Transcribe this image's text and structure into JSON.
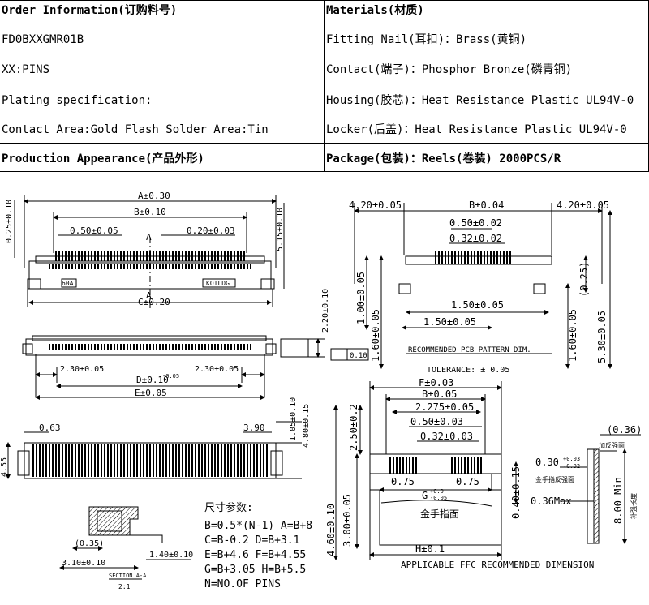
{
  "table": {
    "order_header": "Order Information(订购料号)",
    "materials_header": "Materials(材质)",
    "left_rows": [
      "FD0BXXGMR01B",
      "XX:PINS",
      "Plating specification:",
      "Contact Area:Gold Flash  Solder Area:Tin"
    ],
    "right_rows": [
      "Fitting Nail(耳扣)：Brass(黄铜)",
      "Contact(端子)：Phosphor Bronze(磷青铜)",
      "Housing(胶芯)：Heat Resistance Plastic UL94V-0",
      "Locker(后盖)：Heat Resistance Plastic UL94V-0"
    ],
    "appearance_header": "Production Appearance(产品外形)",
    "package_header": "Package(包装)：Reels(卷装) 2000PCS/R"
  },
  "drawing": {
    "front": {
      "dim_a": "A±0.30",
      "dim_b": "B±0.10",
      "dim_c": "C±0.20",
      "pitch": "0.50±0.05",
      "width": "0.20±0.03",
      "section": "A",
      "left_height": "0.25±0.10",
      "right_height": "5.15±0.10",
      "mark_left": "60A",
      "mark_right": "KOTLDG"
    },
    "top": {
      "left": "2.30±0.05",
      "right": "2.30±0.05",
      "dim_d": "D±0.10",
      "dim_d_tol": "-0.05",
      "dim_e": "E±0.05",
      "side_height": "2.20±0.10",
      "flatness": "0.10"
    },
    "bottom": {
      "left_w": "0.63",
      "right_w": "3.90",
      "h1": "1.05±0.10",
      "h2": "4.80±0.15",
      "left_h": "4.55"
    },
    "section_view": {
      "d1": "(0.35)",
      "d2": "3.10±0.10",
      "d3": "1.40±0.10",
      "caption": "SECTION A-A",
      "scale": "2:1"
    },
    "params": {
      "title": "尺寸参数:",
      "lines": [
        "B=0.5*(N-1) A=B+8",
        "C=B-0.2 D=B+3.1",
        "E=B+4.6 F=B+4.55",
        "G=B+3.05 H=B+5.5",
        "N=NO.OF PINS"
      ]
    },
    "pcb": {
      "left_edge": "4.20±0.05",
      "dim_b": "B±0.04",
      "right_edge": "4.20±0.05",
      "pitch": "0.50±0.02",
      "pad_w": "0.32±0.02",
      "h100": "1.00±0.05",
      "h160l": "1.60±0.05",
      "d150a": "1.50±0.05",
      "d150b": "1.50±0.05",
      "h025": "(0.25)",
      "h160r": "1.60±0.05",
      "h530": "5.30±0.05",
      "caption": "RECOMMENDED PCB PATTERN DIM.",
      "tolerance": "TOLERANCE: ± 0.05"
    },
    "ffc": {
      "dim_f": "F±0.03",
      "dim_b": "B±0.05",
      "d2275": "2.275±0.05",
      "pitch": "0.50±0.03",
      "width": "0.32±0.03",
      "h250": "2.50±0.2",
      "h460": "4.60±0.10",
      "h300": "3.00±0.05",
      "d075a": "0.75",
      "d075b": "0.75",
      "dim_g": "G",
      "dim_g_tol_plus": "+0.0",
      "dim_g_tol_minus": "-0.05",
      "label_gold": "金手指面",
      "dim_h": "H±0.1",
      "h040": "0.40±0.15",
      "caption": "APPLICABLE FFC RECOMMENDED DIMENSION"
    },
    "ffc_side": {
      "top": "(0.36)",
      "label_reinforce": "加反强面",
      "thk": "0.30",
      "thk_plus": "+0.03",
      "thk_minus": "-0.02",
      "label_gold_side": "金手指反强面",
      "max": "0.36Max",
      "len": "8.00 Min",
      "label_reinforce_len": "补强长度"
    }
  }
}
